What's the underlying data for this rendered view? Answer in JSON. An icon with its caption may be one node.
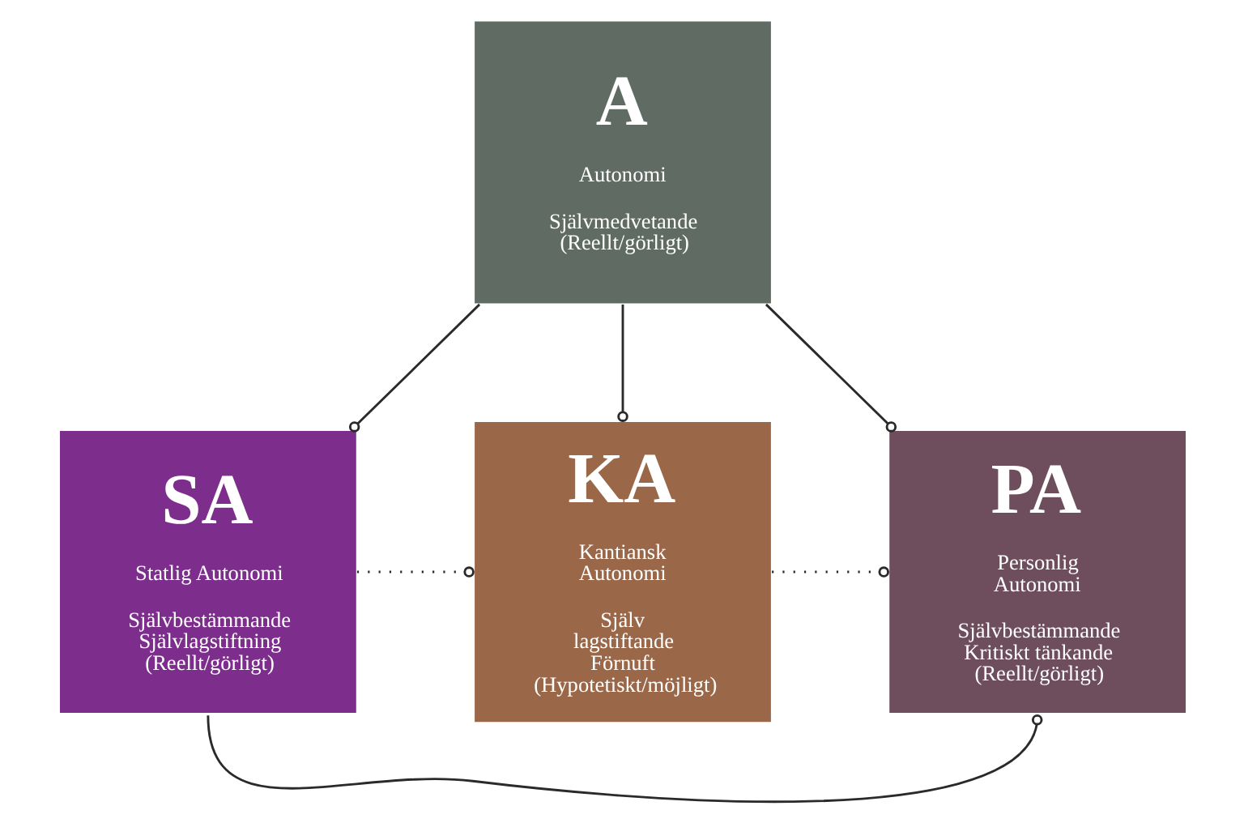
{
  "diagram": {
    "nodes": [
      {
        "text": [
          "A",
          "Autonomi",
          "Självmedvetande (Reellt/görligt)"
        ]
      },
      {
        "text": [
          "SA",
          "Statlig Autonomi",
          "Självbestämmande Självlagstiftning (Reellt/görligt)"
        ]
      },
      {
        "text": [
          "KA",
          "Kantiansk Autonomi",
          "Själv lagstiftande Förnuft (Hypotetiskt/möjligt)"
        ]
      },
      {
        "text": [
          "PA",
          "Personlig Autonomi",
          "Självbestämmande Kritiskt tänkande (Reellt/görligt)"
        ]
      }
    ],
    "edges": [
      {
        "from": 0,
        "to": 1,
        "arrow": "other"
      },
      {
        "from": 0,
        "to": 2,
        "arrow": "other"
      },
      {
        "from": 0,
        "to": 3,
        "arrow": "other"
      },
      {
        "from": 1,
        "to": 2,
        "arrow": "other",
        "style": "dashed"
      },
      {
        "from": 2,
        "to": 3,
        "arrow": "other",
        "style": "dashed"
      },
      {
        "from": 1,
        "to": 3,
        "arrow": "other"
      }
    ]
  }
}
